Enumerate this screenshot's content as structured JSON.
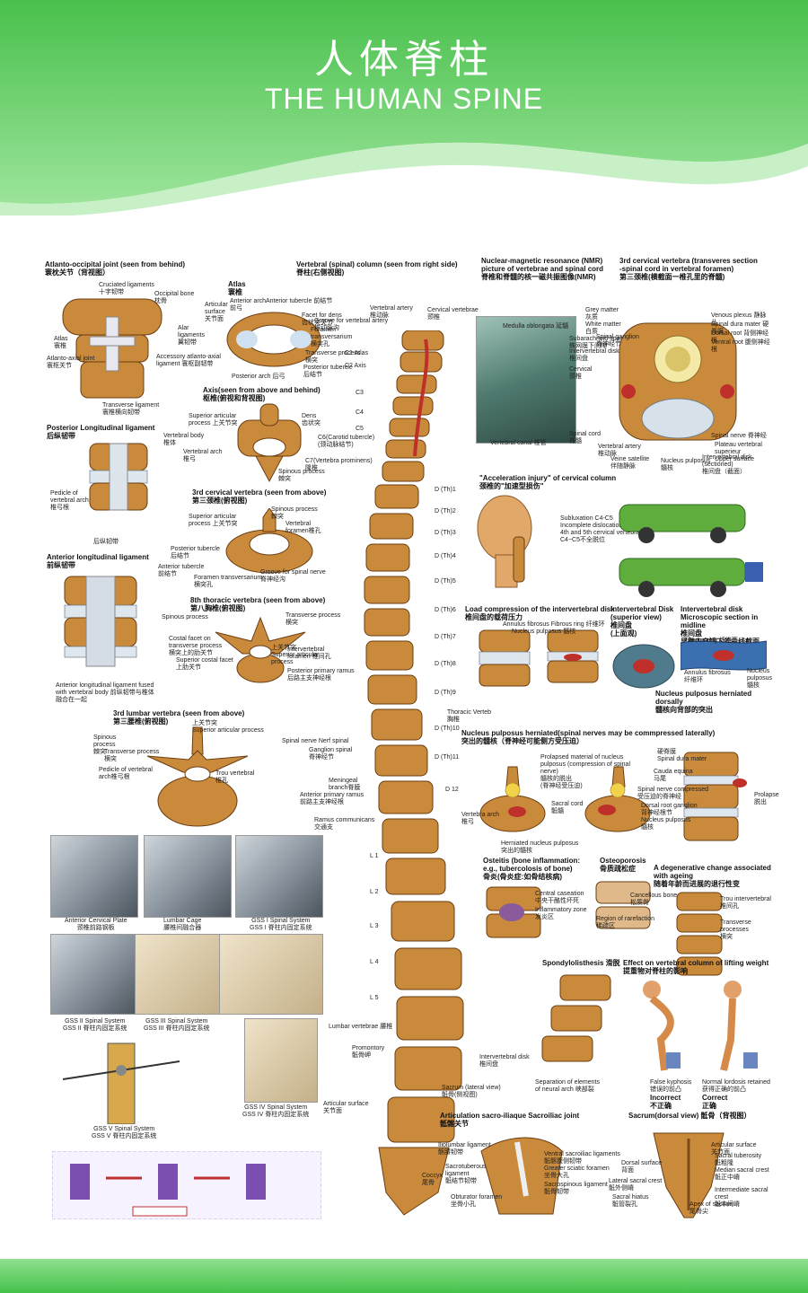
{
  "title_cn": "人体脊柱",
  "title_en": "THE HUMAN SPINE",
  "headings": {
    "atlanto": "Atlanto-occipital joint (seen from behind)\n寰枕关节（背视图）",
    "atlas": "Atlas\n寰椎",
    "axis": "Axis(seen from above and behind)\n枢椎(俯视和背视图)",
    "posterior_ligament": "Posterior Longitudinal ligament\n后纵韧带",
    "c3": "3rd cervical vertebra (seen from above)\n第三颈椎(俯视图)",
    "anterior_ligament": "Anterior longitudinal ligament\n前纵韧带",
    "t8": "8th thoracic vertebra (seen from above)\n第八胸椎(俯视图)",
    "l3": "3rd lumbar vertebra (seen from above)\n第三腰椎(俯视图)",
    "column": "Vertebral (spinal) column (seen from right side)\n脊柱(右侧视图)",
    "nmr": "Nuclear-magnetic resonance (NMR)\npicture of vertebrae and spinal cord\n脊椎和脊髓的核一磁共振图像(NMR)",
    "c3_section": "3rd cervical vertebra (transveres section\n-spinal cord in vertebral foramen)\n第三颈椎(横截面一椎孔里的脊髓)",
    "accel": "\"Acceleration injury\" of cervical column\n颈椎的\"加速型损伤\"",
    "load": "Load compression of the intervertebral disk\n椎间盘的载荷压力",
    "disk_sup": "Intervertebral Disk\n(superior view)\n椎间盘\n(上面观)",
    "disk_micro": "Intervertebral disk\nMicroscopic section in midline\n椎间盘\n显微内窥镜下的中线截面",
    "np_dorsal": "Nucleus pulposus herniated dorsally\n髓核向背部的突出",
    "np_lateral": "Nucleus pulposus herniated(spinal nerves may be commpressed laterally)\n突出的髓核（脊神经可能侧方受压迫）",
    "osteitis": "Osteitis (bone inflammation:\ne.g., tubercolosis of bone)\n骨炎(骨炎症:如骨结核病)",
    "osteoporosis": "Osteoporosis\n骨质疏松症",
    "degenerative": "A degenerative change associated\nwith ageing\n随着年龄而进展的退行性变",
    "spondy": "Spondylolisthesis 滑脱",
    "lifting": "Effect on vertebral column of lifting weight\n提重物对脊柱的影响",
    "sacroiliac": "Articulation sacro-iliaque Sacroiliac joint\n骶髂关节",
    "sacrum_dorsal": "Sacrum(dorsal view) 骶骨（背视图）"
  },
  "labels": {
    "cruciated": "Cruciated ligaments\n十字韧带",
    "occipital": "Occipital bone\n枕骨",
    "atlas_l": "Atlas\n寰椎",
    "alar": "Alar\nligaments\n翼韧带",
    "atlanto_axial": "Atlanto-axial joint\n寰枢关节",
    "accessory": "Accessory atlanto-axial\nligament 寰枢副韧带",
    "transverse_lig": "Transverse ligament\n寰椎横向韧带",
    "articular_surface": "Articular\nsurface\n关节面",
    "anterior_arch": "Anterior arch\n前弓",
    "anterior_tubercle": "Anterior tubercle 前结节",
    "facet_dens": "Facet for dens\n齿状突关节",
    "foramen_tv": "Foramen\ntransversarium\n横突孔",
    "transverse_process": "Transverse process\n横突",
    "posterior_tubercle": "Posterior tubercle\n后结节",
    "posterior_arch": "Posterior arch 后弓",
    "superior_articular": "Superior articular\nprocess 上关节突",
    "dens": "Dens\n齿状突",
    "vertebral_body": "Vertebral body\n椎体",
    "vertebral_arch": "Vertebral arch\n椎弓",
    "spinous_process": "Spinous process\n棘突",
    "pedicle": "Pedicle of\nvertebral arch\n椎弓根",
    "posterior_lig_l": "后纵韧带",
    "c3_spinous": "Spinous process\n棘突",
    "c3_sup_art": "Superior articular\nprocess 上关节突",
    "c3_foramen": "Vertebral\nforamen椎孔",
    "c3_post_tub": "Posterior tubercle\n后结节",
    "c3_ant_tub": "Anterior tubercle\n前结节",
    "c3_foramen_tv": "Foramen transversarium\n横突孔",
    "c3_groove": "Groove for spinal nerve\n脊神经沟",
    "t8_spinous": "Spinous process",
    "t8_transverse": "Transverse process\n横突",
    "t8_costal": "Costal facet on\ntransverse process\n横突上的肋关节",
    "t8_sup_costal": "Superior costal facet\n上肋关节",
    "t8_sup_art": "上关节突\nSuperior articular\nprocess",
    "ant_fused": "Anterior longitudinal ligament fused\nwith vertebral body 前纵韧带与椎体\n融合在一起",
    "l3_spinous": "Spinous\nprocess\n棘突",
    "l3_sup_art": "上关节突\nSuperior articular process",
    "l3_transverse": "Transverse process\n横突",
    "l3_pedicle": "Pedicle of vertebral\narch椎弓根",
    "l3_foramen": "Trou vertebral\n椎孔",
    "vertebral_artery": "Vertebral artery\n椎动脉",
    "cervical_vertebrae": "Cervical vertebrae\n颈椎",
    "groove_va": "Groove for vertebral artery\n椎动脉沟",
    "c1": "C1 Atlas",
    "c2": "C2 Axis",
    "c3": "C3",
    "c4": "C4",
    "c5": "C5",
    "c6": "C6(Carotid tubercle)\n(颈动脉结节)",
    "c7": "C7(Vertebra prominens)\n隆椎",
    "intervertebral_foramen": "Intervertebral\nforamen 椎间孔",
    "posterior_ramus": "Posterior primary ramus\n后路主支神经根",
    "thoracic_verteb": "Thoracic Verteb\n胸椎",
    "spinal_nerve": "Spinal nerve Nerf spinal",
    "ganglion": "Ganglion spinal\n脊神经节",
    "meningeal": "Meningeal\nbranch脊膜",
    "anterior_ramus": "Anterior primary ramus\n前路主支神经根",
    "ramus_comm": "Ramus communicans\n交通支",
    "lumbar_vertebrae": "Lumbar vertebrae 腰椎",
    "promontory": "Promontory\n骶骨岬",
    "articular_surface2": "Articular surface\n关节面",
    "intervertebral_disk": "Intervertebral disk\n椎间盘",
    "sacrum_lateral": "Sacrum (lateral view)\n骶骨(侧视图)",
    "coccyx": "Coccyx\n尾骨",
    "d1": "D (Th)1",
    "d2": "D (Th)2",
    "d3": "D (Th)3",
    "d4": "D (Th)4",
    "d5": "D (Th)5",
    "d6": "D (Th)6",
    "d7": "D (Th)7",
    "d8": "D (Th)8",
    "d9": "D (Th)9",
    "d10": "D (Th)10",
    "d11": "D (Th)11",
    "d12": "D 12",
    "l1": "L 1",
    "l2": "L 2",
    "l3": "L 3",
    "l4": "L 4",
    "l5": "L 5",
    "medulla": "Medulla oblongata 延髓",
    "subarachnoid": "Subarachnoid space\n蛛网膜下间隙",
    "nmr_disk": "Intervertebral disk\n椎间盘",
    "cervical": "Cervical\n颈椎",
    "spinal_cord": "Spinal cord\n脊髓",
    "vertebral_canal": "Vertebral canal 椎管",
    "grey_matter": "Grey matter\n灰质",
    "white_matter": "White matter\n白质",
    "spinal_ganglion": "Spinal ganglion\n脊神经节",
    "venous_plexus": "Venous plexus 静脉丛",
    "dura_mater": "Spinal dura mater 硬脊膜",
    "dorsal_root": "Dorsal root 背侧神经根",
    "ventral_root": "Ventral root 腹侧神经根",
    "spinal_nerve2": "Spinal nerve 脊神经",
    "plateau": "Plateau vertebral superieur\nUpper surface",
    "disk_sectioned": "Intervertebral disk (sectioned)\n椎间盘（截面）",
    "va_c3": "Vertebral artery\n椎动脉",
    "veine": "Veine satellite\n伴随静脉",
    "nucleus_c3": "Nucleus pulposus\n髓核",
    "subluxation": "Subluxation C4-C5\nIncomplete dislocation of\n4th and 5th cervical vertebrae\nC4~C5不全脱位",
    "annulus": "Annulus fibrosus Fibrous ring 纤维环",
    "nucleus": "Nucleus pulposus 髓核",
    "fibrous_ring": "Fibrous ring 纤维环",
    "annulus2": "Annulus fibrosus\n纤维环",
    "nucleus2": "Nucleus\npulposus\n髓核",
    "prolapsed": "Prolapsed material of nucleus\npulposus (compression of spinal\nnerve)\n髓核的脱出\n(脊神经受压迫)",
    "hard_spine": "硬脊膜\nSpinal dura mater",
    "cauda": "Cauda equina\n马尾",
    "nerve_compressed": "Spinal nerve compressed\n受压迫的脊神经",
    "dorsal_ganglion": "Dorsal root ganglion\n背神经根节",
    "np3": "Nucleus pulposus\n髓核",
    "prolapse": "Prolapse\n脱出",
    "vertebral_arch2": "Vertebra arch\n椎弓",
    "sacral_cord": "Sacral cord\n骶髓",
    "herniated": "Herniated nucleus pulposus\n突出的髓核",
    "central_caseation": "Central caseation\n中央干酪性坏死",
    "inflammatory": "Inflammatory zone\n发炎区",
    "cancellous": "Cancellous bone\n松质骨",
    "rarefaction": "Region of rarefaction\n稀疏区",
    "trou_inter": "Trou intervertebral\n椎间孔",
    "transverse_processes": "Transverse processes\n横突",
    "separation": "Separation of elements\nof neural arch 峡部裂",
    "false_kyphosis": "False kyphosis\n错误的前凸",
    "incorrect": "Incorrect\n不正确",
    "normal_lordosis": "Normal lordosis retained\n获得正确的前凸",
    "correct": "Correct\n正确",
    "iliolumbar": "Iliolumbar ligament\n髂腰韧带",
    "sacrotuberous": "Sacrotuberous\nligament\n骶结节韧带",
    "obturator": "Obturator foramen\n坐骨小孔",
    "ventral_si": "Ventral sacroiliac ligaments\n骶髂腹侧韧带",
    "greater_sciatic": "Greater sciatic foramen\n坐骨大孔",
    "sacrospinous": "Sacrospinous ligament\n骶骨韧带",
    "articular_surface3": "Articular surface\n关节面",
    "sacral_tuberosity": "Sacral tuberosity\n骶粗隆",
    "dorsal_surface": "Dorsal surface\n背面",
    "lateral_crest": "Lateral sacral crest\n骶外侧嵴",
    "median_crest": "Median sacral crest\n骶正中嵴",
    "intermediate_crest": "Intermediate sacral crest\n骶中间嵴",
    "sacral_hiatus": "Sacral hiatus\n骶管裂孔",
    "apex": "Apex of sacrum\n尾骨尖"
  },
  "products": {
    "p1": "Anterior Cervical Plate\n颈椎前路钢板",
    "p2": "Lumbar Cage\n腰椎间融合器",
    "p3": "GSS I Spinal System\nGSS I 脊柱内固定系统",
    "p4": "GSS II Spinal System\nGSS II 脊柱内固定系统",
    "p5": "GSS III Spinal System\nGSS III 脊柱内固定系统",
    "p6": "GSS IV Spinal System\nGSS IV 脊柱内固定系统",
    "p7": "GSS V Spinal System\nGSS V 脊柱内固定系统"
  },
  "colors": {
    "header_green": "#4cc34f",
    "bone": "#c98a3c",
    "disc": "#dfe7ee"
  }
}
